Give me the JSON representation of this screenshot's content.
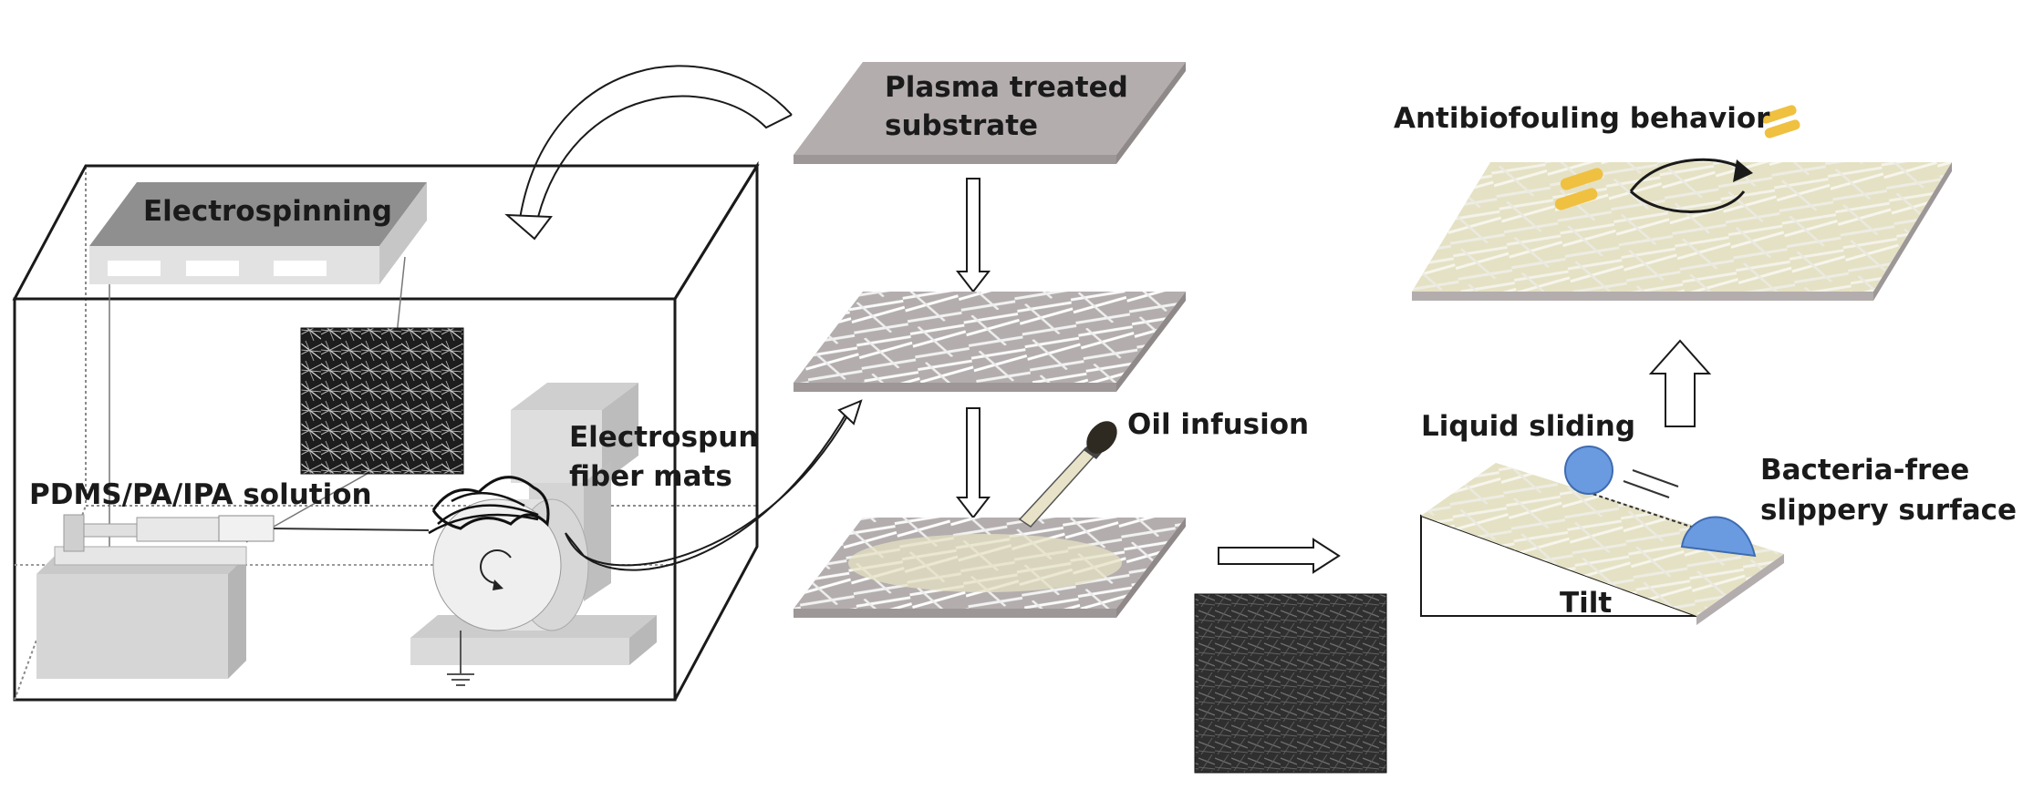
{
  "labels": {
    "electrospinning": "Electrospinning",
    "solution": "PDMS/PA/IPA solution",
    "fiber_mats_line1": "Electrospun",
    "fiber_mats_line2": "fiber mats",
    "substrate_line1": "Plasma treated",
    "substrate_line2": "substrate",
    "oil_infusion": "Oil infusion",
    "antibiofouling": "Antibiofouling behavior",
    "liquid_sliding": "Liquid sliding",
    "slippery_line1": "Bacteria-free",
    "slippery_line2": "slippery surface",
    "tilt": "Tilt"
  },
  "colors": {
    "substrate": "#b3adad",
    "fiber_mat_tan": "#e5e1c4",
    "droplet": "#6a9be0",
    "bacteria": "#f0c040",
    "box_edge": "#1a1a1a",
    "machine_gray": "#d4d4d4"
  }
}
